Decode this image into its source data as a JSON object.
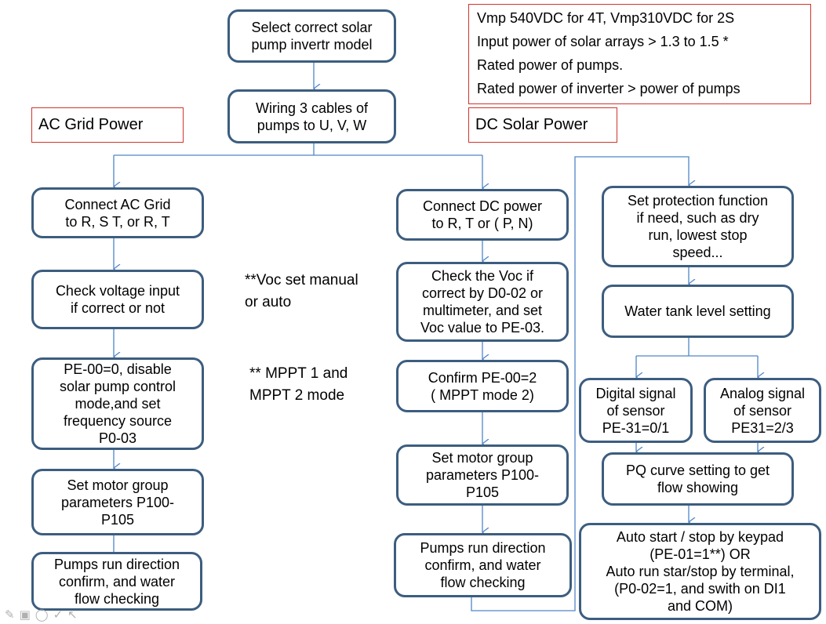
{
  "labels": {
    "ac_grid": "AC Grid Power",
    "dc_solar": "DC Solar Power"
  },
  "spec_note": [
    "Vmp 540VDC for 4T, Vmp310VDC for 2S",
    "Input power of solar arrays > 1.3 to 1.5 *",
    "Rated power of pumps.",
    "Rated power of inverter > power of pumps"
  ],
  "steps": {
    "select_model": "Select correct solar\npump invertr model",
    "wiring": "Wiring 3 cables of\npumps to U, V, W",
    "ac_connect": "Connect  AC Grid\nto R, S T, or R, T",
    "ac_check_voltage": "Check voltage input\nif correct or not",
    "ac_pe00": "PE-00=0, disable\nsolar pump control\nmode,and set\nfrequency source\nP0-03",
    "ac_motor_params": "Set motor group\nparameters P100-\nP105",
    "ac_run_direction": "Pumps run direction\nconfirm, and water\nflow checking",
    "dc_connect": "Connect DC power\nto R, T or ( P, N)",
    "dc_check_voc": "Check the Voc if\ncorrect by D0-02 or\nmultimeter, and set\nVoc value to PE-03.",
    "dc_confirm_pe00": "Confirm PE-00=2\n( MPPT mode 2)",
    "dc_motor_params": "Set motor group\nparameters P100-\nP105",
    "dc_run_direction": "Pumps run direction\nconfirm, and water\nflow checking",
    "protection": "Set protection function\nif need, such as dry\nrun, lowest stop\nspeed...",
    "water_tank": "Water tank level setting",
    "digital_signal": "Digital signal\nof sensor\nPE-31=0/1",
    "analog_signal": "Analog signal\nof sensor\nPE31=2/3",
    "pq_curve": "PQ curve setting to get\nflow showing",
    "auto_start": "Auto start / stop by keypad\n(PE-01=1**) OR\nAuto run star/stop by terminal,\n(P0-02=1, and swith on DI1\nand COM)"
  },
  "notes": {
    "voc": "**Voc set manual\nor auto",
    "mppt": "** MPPT 1 and\nMPPT 2 mode"
  },
  "toolbar_icons": [
    "pen-icon",
    "slide-icon",
    "eraser-icon",
    "highlighter-icon",
    "pointer-icon"
  ],
  "colors": {
    "box_border": "#3c5d7f",
    "connector": "#4f86c6",
    "label_border": "#d0342c"
  }
}
